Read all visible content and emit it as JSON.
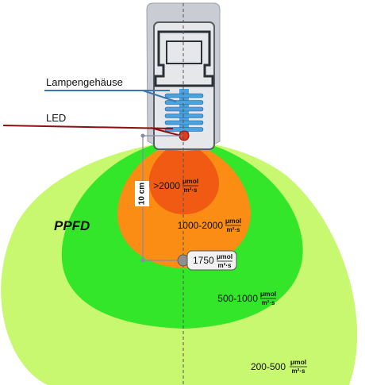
{
  "labels": {
    "housing": "Lampengehäuse",
    "led": "LED",
    "distance": "10 cm",
    "quantity": "PPFD"
  },
  "unit": {
    "numerator": "μmol",
    "denominator": "m²·s"
  },
  "zones": [
    {
      "range": ">2000",
      "color": "#f05a12"
    },
    {
      "range": "1000-2000",
      "color": "#fb8c14"
    },
    {
      "range": "500-1000",
      "color": "#33e629"
    },
    {
      "range": "200-500",
      "color": "#c8f770"
    }
  ],
  "measurement": {
    "value": "1750"
  },
  "colors": {
    "housing_body": "#c9ccd2",
    "housing_window": "#e6e7ea",
    "heatsink": "#4aa3df",
    "led": "#e23a1c",
    "housing_leader": "#3a78b5",
    "led_leader": "#8c1010",
    "dimension_line": "#8a8aa8"
  }
}
